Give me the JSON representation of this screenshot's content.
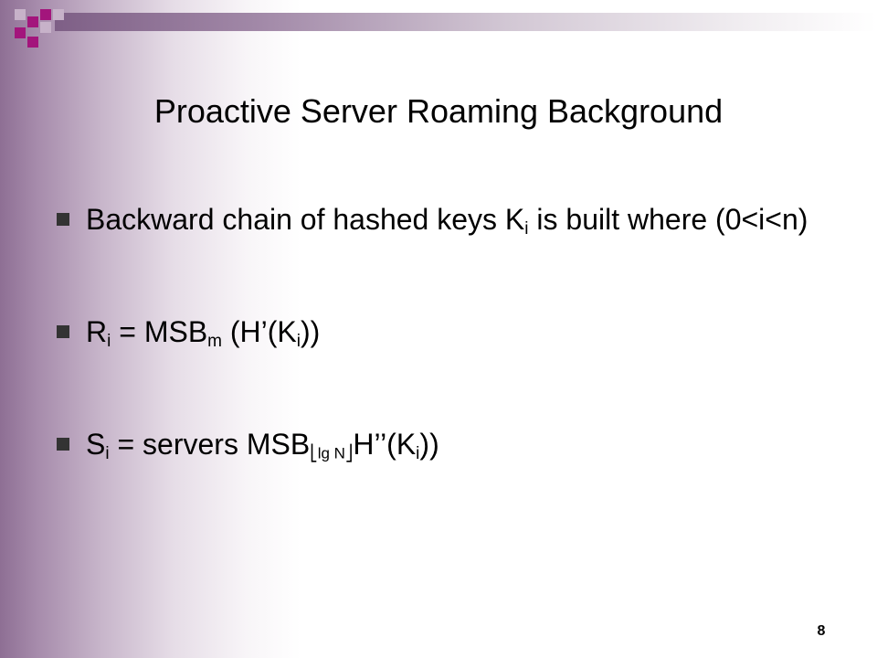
{
  "slide": {
    "title": "Proactive Server Roaming Background",
    "page_number": "8",
    "bullets": [
      {
        "t1": "Backward chain of hashed keys K",
        "s1": "i",
        "t2": " is built where (0<i<n)"
      },
      {
        "t1": "R",
        "s1": "i",
        "t2": " = MSB",
        "s2": "m",
        "t3": " (H’(K",
        "s3": "i",
        "t4": "))"
      },
      {
        "t1": "S",
        "s1": "i",
        "t2": " = servers MSB",
        "s2": "⎣lg N⎦",
        "t3": "H’’(K",
        "s3": "i",
        "t4": "))"
      }
    ]
  },
  "colors": {
    "accent_dark": "#a3157c",
    "accent_light": "#c7b2c9",
    "bar_start": "#7e5f86"
  }
}
